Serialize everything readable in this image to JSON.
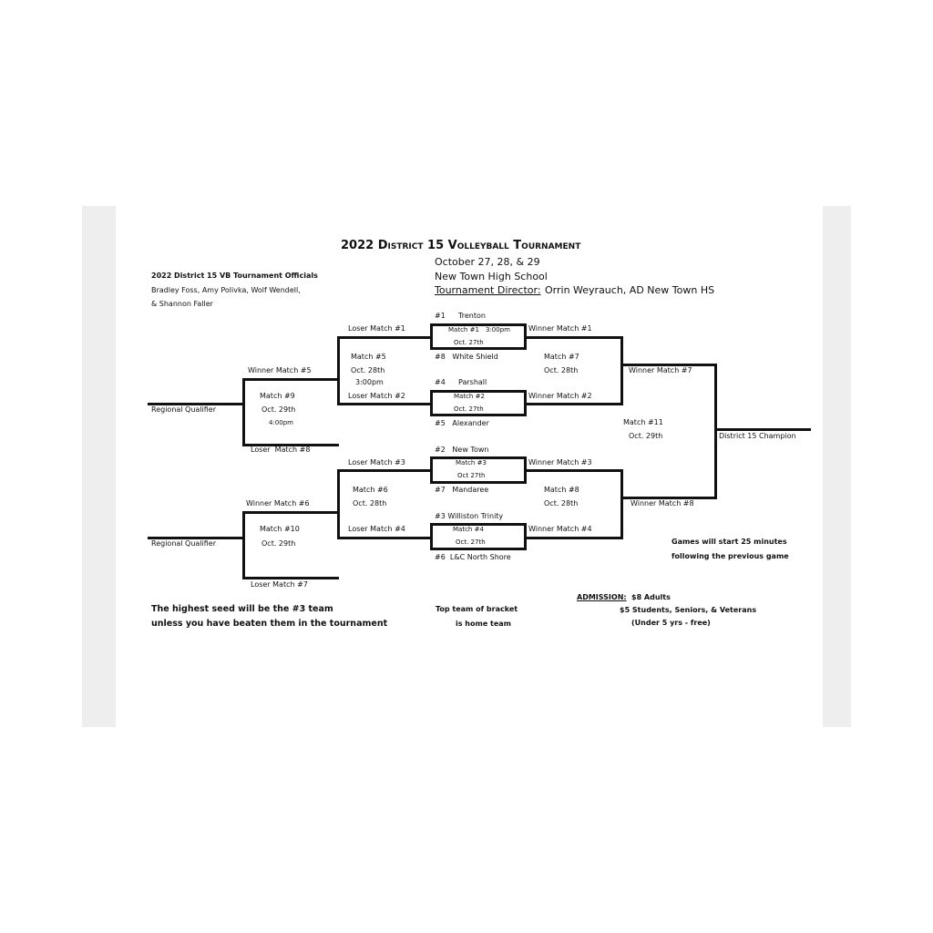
{
  "header": {
    "title": "2022 District 15 Volleyball Tournament",
    "dates": "October 27, 28, & 29",
    "venue": "New Town High School",
    "director_label": "Tournament Director:",
    "director_name": "Orrin Weyrauch, AD New Town HS"
  },
  "officials": {
    "heading": "2022 District 15 VB Tournament Officials",
    "line1": "Bradley Foss, Amy Polivka, Wolf Wendell,",
    "line2": "& Shannon Faller"
  },
  "round1": {
    "m1": {
      "top_seed": "#1",
      "top_team": "Trenton",
      "match": "Match #1",
      "time": "3:00pm",
      "date": "Oct. 27th",
      "bottom": "#8   White Shield"
    },
    "m2": {
      "top_seed": "#4",
      "top_team": "Parshall",
      "match": "Match #2",
      "date": "Oct. 27th",
      "bottom": "#5   Alexander"
    },
    "m3": {
      "top": "#2   New Town",
      "match": "Match #3",
      "date": "Oct 27th",
      "bottom": "#7   Mandaree"
    },
    "m4": {
      "top": "#3 Williston Trinity",
      "match": "Match #4",
      "date": "Oct. 27th",
      "bottom": "#6  L&C North Shore"
    }
  },
  "labels": {
    "loser1": "Loser Match #1",
    "loser2": "Loser Match #2",
    "loser3": "Loser Match #3",
    "loser4": "Loser Match #4",
    "winner1": "Winner Match #1",
    "winner2": "Winner Match #2",
    "winner3": "Winner Match #3",
    "winner4": "Winner Match #4",
    "winner5": "Winner Match #5",
    "winner6": "Winner Match #6",
    "winner7": "Winner Match #7",
    "winner8": "Winner Match #8",
    "loser_m8": "Loser  Match #8",
    "loser_m7": "Loser Match #7",
    "regional1": "Regional Qualifier",
    "regional2": "Regional Qualifier",
    "champion": "District 15 Champion"
  },
  "matches": {
    "m5": {
      "name": "Match #5",
      "date": "Oct. 28th",
      "time": "3:00pm"
    },
    "m6": {
      "name": "Match #6",
      "date": "Oct. 28th"
    },
    "m7": {
      "name": "Match #7",
      "date": "Oct. 28th"
    },
    "m8": {
      "name": "Match #8",
      "date": "Oct. 28th"
    },
    "m9": {
      "name": "Match #9",
      "date": "Oct. 29th",
      "time": "4:00pm"
    },
    "m10": {
      "name": "Match #10",
      "date": "Oct. 29th"
    },
    "m11": {
      "name": "Match #11",
      "date": "Oct. 29th"
    }
  },
  "notes": {
    "games_start1": "Games will start 25 minutes",
    "games_start2": "following the previous game",
    "seed_note1": "The highest seed will be the #3 team",
    "seed_note2": "unless you have beaten them in the tournament",
    "home_note1": "Top team of bracket",
    "home_note2": "is home team",
    "admission_label": "ADMISSION:",
    "admission_adults": "$8 Adults",
    "admission_students": "$5 Students, Seniors, & Veterans",
    "admission_under5": "(Under 5 yrs - free)"
  }
}
